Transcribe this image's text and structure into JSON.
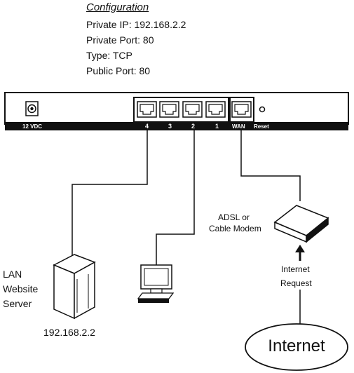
{
  "configuration": {
    "title": "Configuration",
    "lines": [
      "Private IP: 192.168.2.2",
      "Private Port: 80",
      "Type: TCP",
      "Public Port: 80"
    ]
  },
  "router": {
    "power_label": "12 VDC",
    "lan_ports": [
      "4",
      "3",
      "2",
      "1"
    ],
    "wan_label": "WAN",
    "reset_label": "Reset"
  },
  "server": {
    "lines": [
      "LAN",
      "Website",
      "Server"
    ],
    "ip": "192.168.2.2"
  },
  "modem": {
    "lines": [
      "ADSL or",
      "Cable Modem"
    ]
  },
  "internet_request": {
    "lines": [
      "Internet",
      "Request"
    ]
  },
  "internet": {
    "label": "Internet"
  },
  "colors": {
    "line": "#111111",
    "router_band": "#111111",
    "background": "#ffffff"
  }
}
